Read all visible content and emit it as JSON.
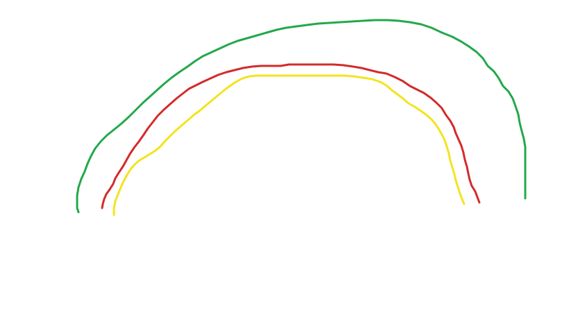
{
  "drawing": {
    "background": "#ffffff",
    "strokes": [
      {
        "name": "green-arc",
        "color": "#22a84a"
      },
      {
        "name": "red-arc",
        "color": "#d42a2a"
      },
      {
        "name": "yellow-arc",
        "color": "#f2e41e"
      }
    ]
  }
}
